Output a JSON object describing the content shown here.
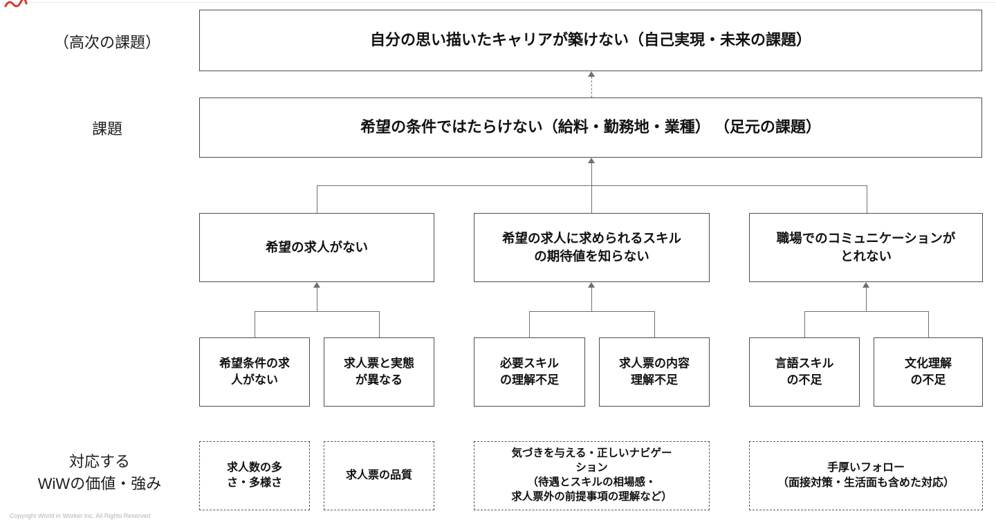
{
  "labels": {
    "high": "（高次の課題）",
    "issue": "課題",
    "value": "対応する\nWiWの価値・強み"
  },
  "level1": {
    "text": "自分の思い描いたキャリアが築けない（自己実現・未来の課題）"
  },
  "level2": {
    "text": "希望の条件ではたらけない（給料・勤務地・業種） （足元の課題）"
  },
  "level3": [
    {
      "text": "希望の求人がない"
    },
    {
      "text": "希望の求人に求められるスキル\nの期待値を知らない"
    },
    {
      "text": "職場でのコミュニケーションが\nとれない"
    }
  ],
  "level4": [
    {
      "text": "希望条件の求\n人がない"
    },
    {
      "text": "求人票と実態\nが異なる"
    },
    {
      "text": "必要スキル\nの理解不足"
    },
    {
      "text": "求人票の内容\n理解不足"
    },
    {
      "text": "言語スキル\nの不足"
    },
    {
      "text": "文化理解\nの不足"
    }
  ],
  "values": [
    {
      "text": "求人数の多\nさ・多様さ"
    },
    {
      "text": "求人票の品質"
    },
    {
      "text": "気づきを与える・正しいナビゲー\nション\n（待遇とスキルの相場感・\n求人票外の前提事項の理解など）"
    },
    {
      "text": "手厚いフォロー\n（面接対策・生活面も含めた対応）"
    }
  ],
  "footer": {
    "copyright": "Copyright World in Worker Inc. All Rights Reserved"
  },
  "colors": {
    "border": "#4c4c4c",
    "line": "#6e6e6e",
    "accent_red": "#d23a2e"
  }
}
